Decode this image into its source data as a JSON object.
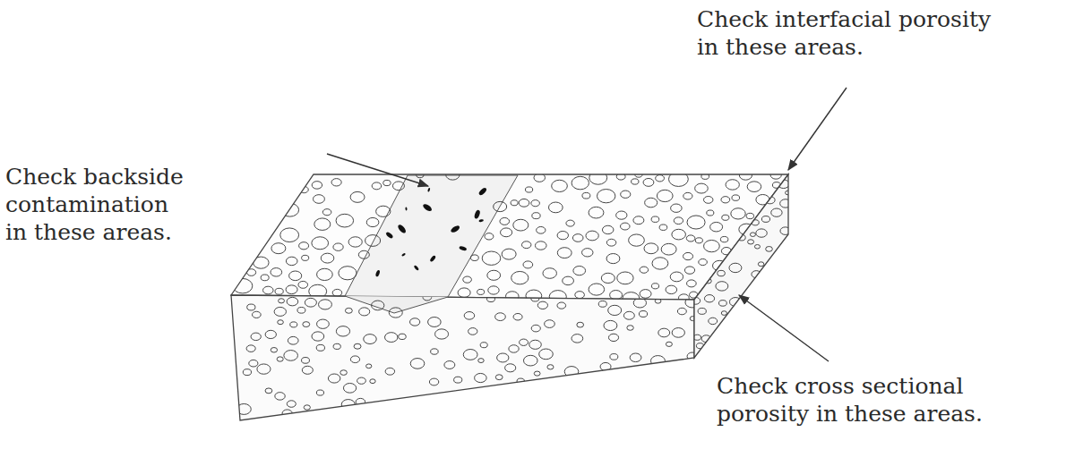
{
  "diagram": {
    "labels": [
      "Check interfacial porosity in these areas.",
      "Check backside contamination in these areas.",
      "Check cross sectional porosity in these areas."
    ]
  }
}
